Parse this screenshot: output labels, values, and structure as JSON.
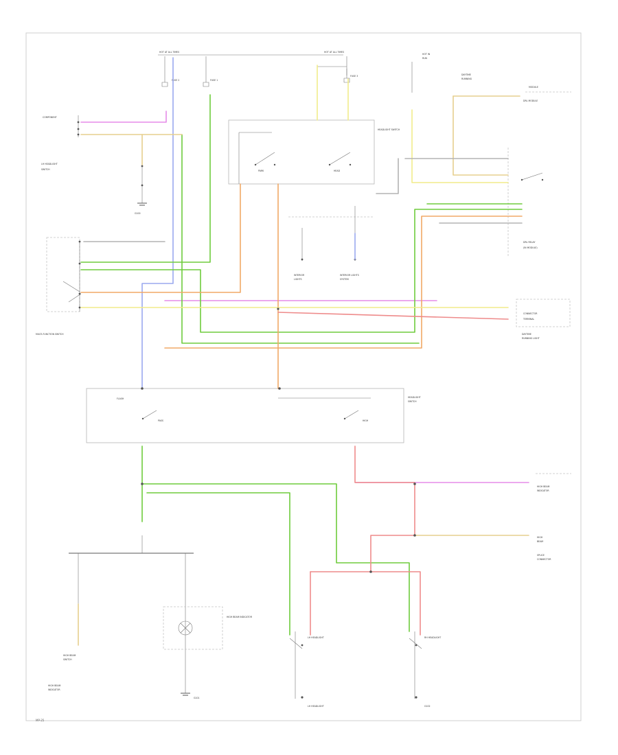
{
  "diagram": {
    "hot_labels": {
      "left": "HOT AT ALL TIMES",
      "right": "HOT AT ALL TIMES"
    },
    "fuse_labels": {
      "f1": "FUSE 2",
      "f2": "FUSE 1",
      "f3": "FUSE 3"
    },
    "wire_colors": {
      "violet": "#e58be8",
      "blue": "#9aa8ef",
      "green": "#6ecb3c",
      "orange": "#f0a866",
      "yellow": "#f2ec8a",
      "tan": "#e6cf8d",
      "red": "#ee8a8a",
      "gray": "#b3b3b3",
      "black": "#555555"
    },
    "components": {
      "lh_switch": "LH HEADLIGHT SWITCH",
      "multifunction": "MULTI-FUNCTION SWITCH",
      "headlight_switch": "HEADLIGHT SWITCH",
      "lh_headlight": "LH HEADLIGHT",
      "rh_headlight": "RH HEADLIGHT",
      "ground_left": "G101",
      "ground_right": "G102",
      "indicator": "HIGH BEAM INDICATOR"
    },
    "footer": "MP-25"
  }
}
